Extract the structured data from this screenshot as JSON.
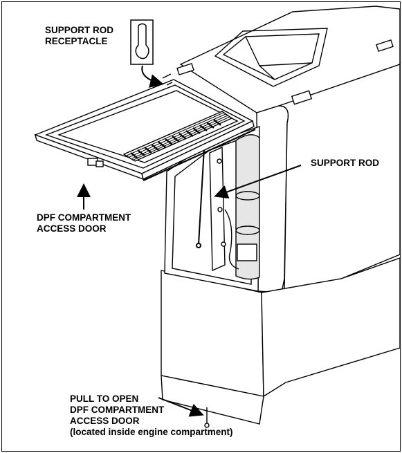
{
  "labels": {
    "support_rod_receptacle": [
      "SUPPORT ROD",
      "RECEPTACLE"
    ],
    "support_rod": "SUPPORT ROD",
    "dpf_door": [
      "DPF COMPARTMENT",
      "ACCESS DOOR"
    ],
    "pull_to_open": [
      "PULL TO OPEN",
      "DPF COMPARTMENT",
      "ACCESS DOOR",
      "(located inside engine compartment)"
    ]
  },
  "colors": {
    "line": "#000000",
    "fill": "#ffffff",
    "shade": "#e6e6e6"
  }
}
